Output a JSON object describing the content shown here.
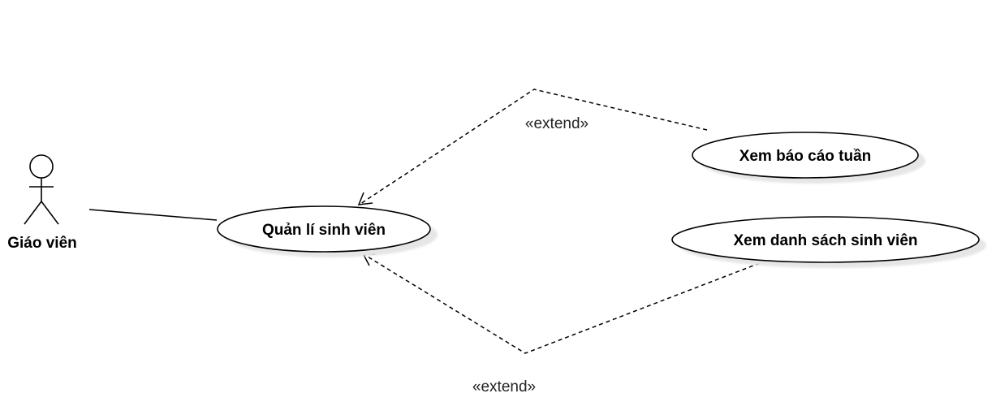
{
  "diagram": {
    "type": "use-case",
    "colors": {
      "line": "#000000",
      "fill": "#ffffff",
      "shadow": "#e6e6e6",
      "text": "#000000"
    },
    "actors": [
      {
        "id": "actor-teacher",
        "label": "Giáo viên",
        "icon": "stick-figure-icon"
      }
    ],
    "use_cases": [
      {
        "id": "uc-manage-students",
        "label": "Quản lí sinh viên"
      },
      {
        "id": "uc-weekly-report",
        "label": "Xem báo cáo tuần"
      },
      {
        "id": "uc-student-list",
        "label": "Xem danh sách sinh viên"
      }
    ],
    "relations": [
      {
        "type": "association",
        "from": "actor-teacher",
        "to": "uc-manage-students"
      },
      {
        "type": "extend",
        "from": "uc-weekly-report",
        "to": "uc-manage-students",
        "label": "«extend»"
      },
      {
        "type": "extend",
        "from": "uc-student-list",
        "to": "uc-manage-students",
        "label": "«extend»"
      }
    ]
  }
}
